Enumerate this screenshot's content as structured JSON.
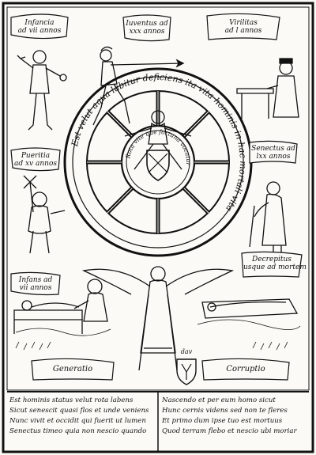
{
  "scrolls": {
    "top_left": [
      "Infancia",
      "ad vii annos"
    ],
    "top_center": [
      "Iuventus ad",
      "xxx annos"
    ],
    "top_right": [
      "Virilitas",
      "ad l annos"
    ],
    "mid_left": [
      "Pueritia",
      "ad xv annos"
    ],
    "mid_right": [
      "Senectus ad",
      "lxx annos"
    ],
    "lower_left": [
      "Infans ad",
      "vii annos"
    ],
    "lower_right": [
      "Decrepitus",
      "usque ad mortem"
    ]
  },
  "wheel": {
    "outer_inscription": "Est velut aqua labitur deficiens ita vita hominis in hac mortali vita",
    "hub_inscription": "Rota vite que fortuna vocatur"
  },
  "bottom": {
    "left_scroll": "Generatio",
    "right_scroll": "Corruptio",
    "center_label": "dav"
  },
  "verses": {
    "left": [
      "Est hominis status velut rota labens",
      "Sicut senescit quasi flos et unde veniens",
      "Nunc vivit et occidit qui fuerit ut lumen",
      "Senectus timeo quia non nescio quando"
    ],
    "right": [
      "Nascendo et per eum homo sicut",
      "Hunc cernis videns sed non te fleres",
      "Et primo dum ipse tuo est mortuus",
      "Quod terram flebo et nescio ubi moriar"
    ]
  },
  "colors": {
    "ink": "#111111",
    "paper": "#fbfaf6"
  }
}
